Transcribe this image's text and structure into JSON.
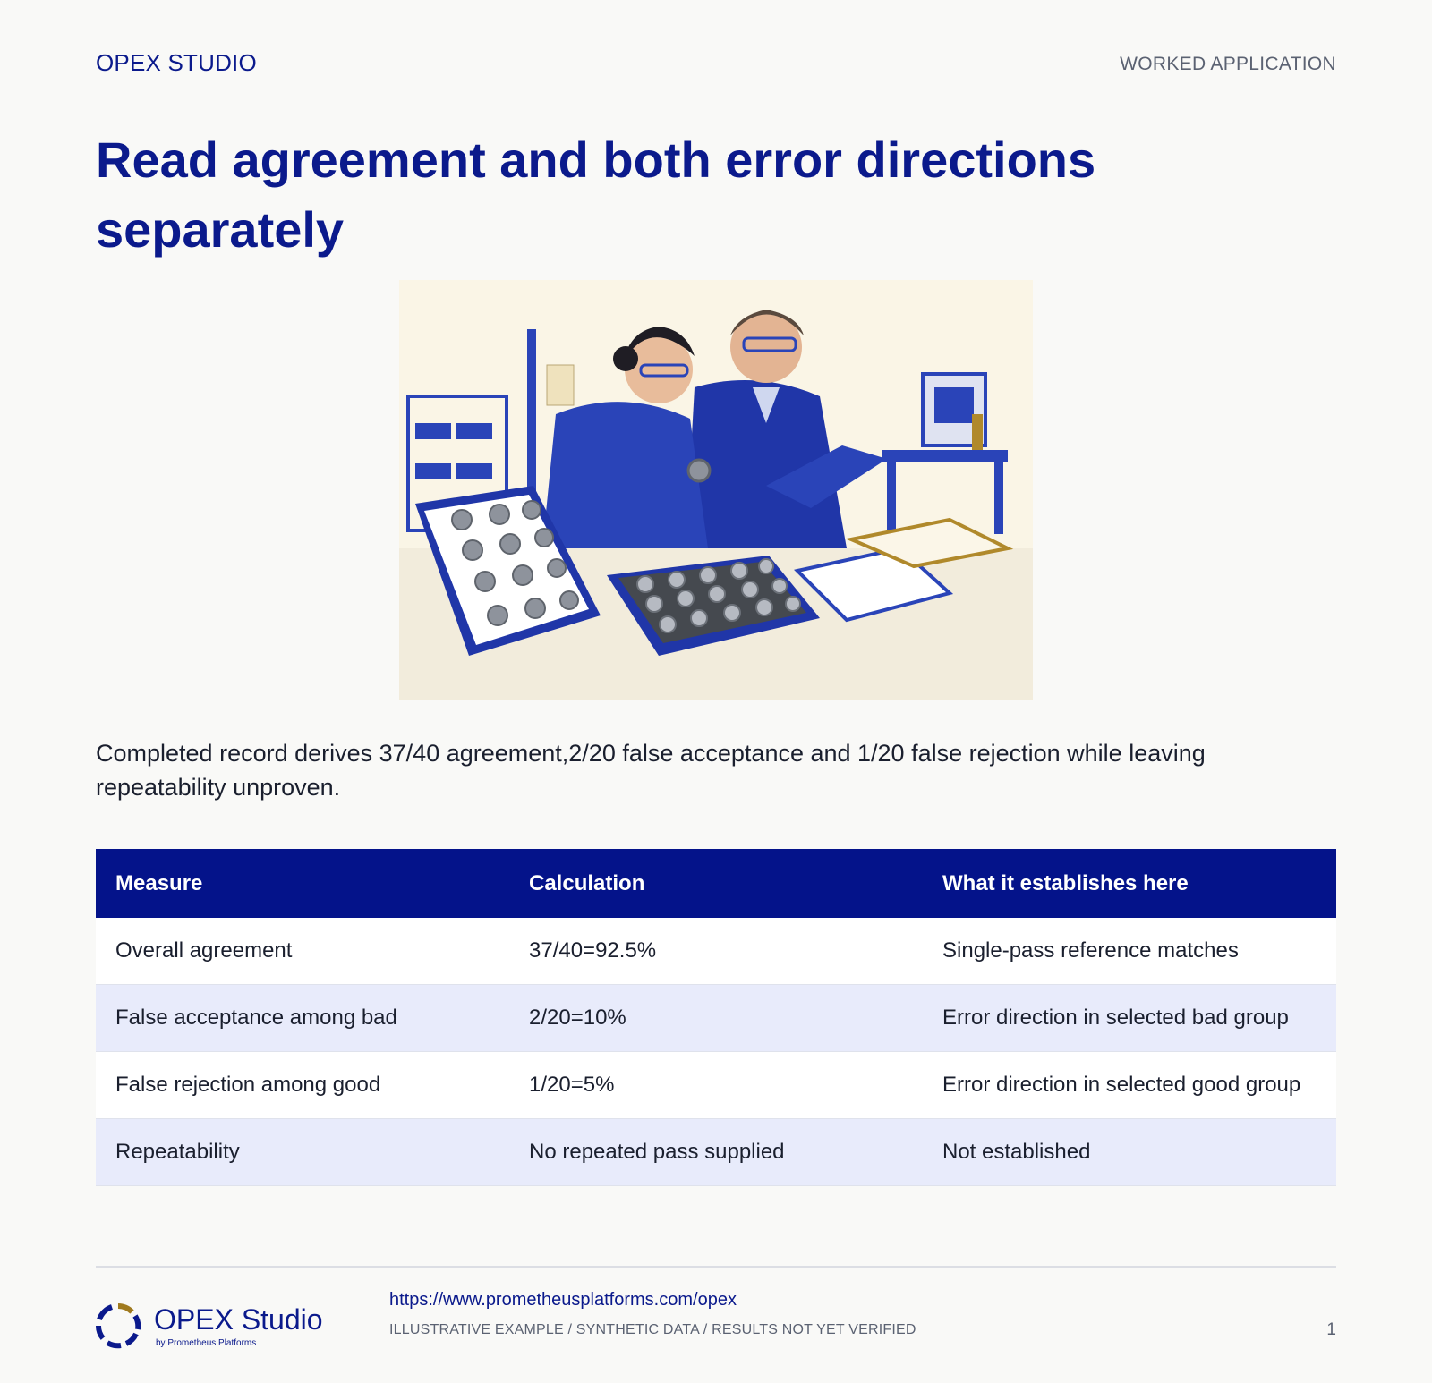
{
  "header": {
    "brand": "OPEX STUDIO",
    "section_label": "WORKED APPLICATION"
  },
  "title": "Read agreement and both error directions separately",
  "illustration": {
    "description_icon": "lab-inspection-illustration"
  },
  "summary": "Completed record derives 37/40 agreement,2/20 false acceptance and 1/20 false rejection while leaving repeatability unproven.",
  "table": {
    "headers": [
      "Measure",
      "Calculation",
      "What it establishes here"
    ],
    "rows": [
      [
        "Overall agreement",
        "37/40=92.5%",
        "Single-pass reference matches"
      ],
      [
        "False acceptance among bad",
        "2/20=10%",
        "Error direction in selected bad group"
      ],
      [
        "False rejection among good",
        "1/20=5%",
        "Error direction in selected good group"
      ],
      [
        "Repeatability",
        "No repeated pass supplied",
        "Not established"
      ]
    ]
  },
  "footer": {
    "brand": "OPEX Studio",
    "byline": "by Prometheus Platforms",
    "url": "https://www.prometheusplatforms.com/opex",
    "disclaimer": "ILLUSTRATIVE EXAMPLE / SYNTHETIC DATA / RESULTS NOT YET VERIFIED",
    "page_number": "1"
  },
  "colors": {
    "brand_navy": "#0b1a8c",
    "table_header": "#04138a",
    "row_alt": "#e8ebfb",
    "logo_gold": "#a07a1e"
  }
}
